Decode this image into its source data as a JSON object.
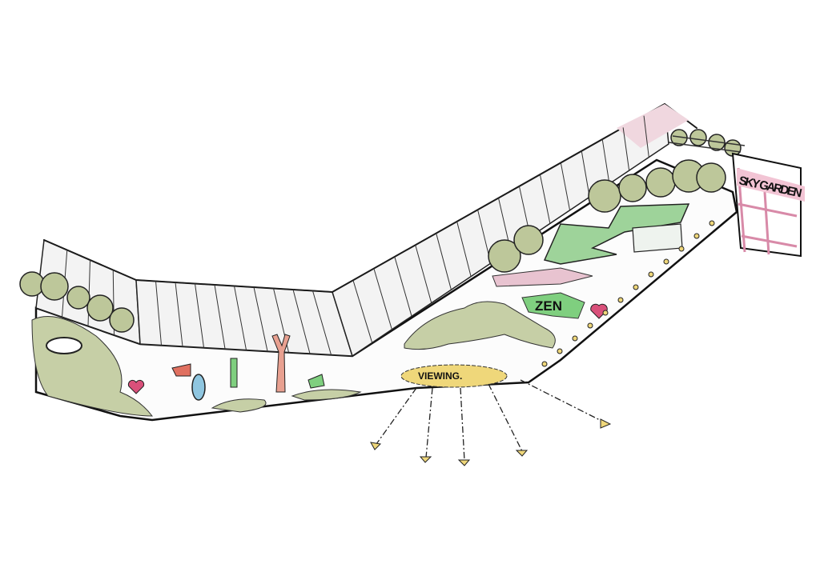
{
  "labels": {
    "sky_garden": "SKY GARDEN",
    "zen": "ZEN",
    "viewing": "VIEWING."
  },
  "colors": {
    "foliage": "#bdc79a",
    "zen_green": "#7fcf7f",
    "pink": "#e8c3d0",
    "viewing_yellow": "#efd77a",
    "heart": "#d9507a",
    "sculpture_blue": "#8fc6e0"
  }
}
